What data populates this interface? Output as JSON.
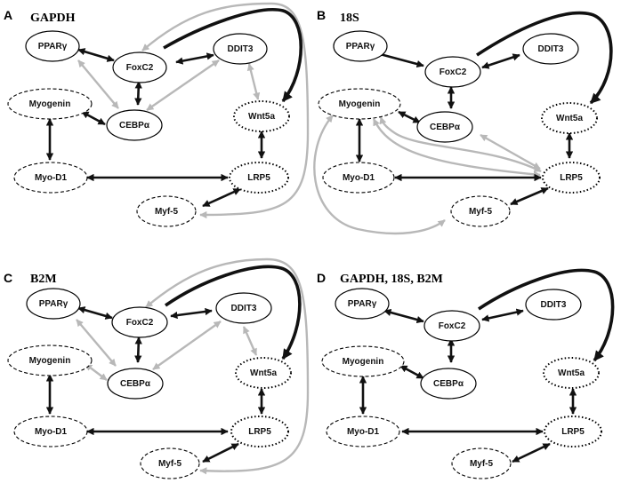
{
  "colors": {
    "strong_edge": "#111111",
    "weak_edge": "#b8b8b8"
  },
  "node_styles": {
    "PPARg": "solid",
    "FoxC2": "solid",
    "DDIT3": "solid",
    "CEBPa": "solid",
    "Myogenin": "dashed",
    "MyoD1": "dashed",
    "Myf5": "dashed",
    "Wnt5a": "dotted",
    "LRP5": "dotted"
  },
  "panels": [
    {
      "letter": "A",
      "title": "GAPDH",
      "nodes": {
        "PPARg": "PPARγ",
        "FoxC2": "FoxC2",
        "DDIT3": "DDIT3",
        "Myogenin": "Myogenin",
        "CEBPa": "CEBPα",
        "Wnt5a": "Wnt5a",
        "MyoD1": "Myo-D1",
        "LRP5": "LRP5",
        "Myf5": "Myf-5"
      },
      "edges": [
        {
          "from": "PPARg",
          "to": "FoxC2",
          "color": "black"
        },
        {
          "from": "FoxC2",
          "to": "DDIT3",
          "color": "black"
        },
        {
          "from": "FoxC2",
          "to": "CEBPa",
          "color": "black"
        },
        {
          "from": "Myogenin",
          "to": "CEBPa",
          "color": "black"
        },
        {
          "from": "Myogenin",
          "to": "MyoD1",
          "color": "black"
        },
        {
          "from": "MyoD1",
          "to": "LRP5",
          "color": "black"
        },
        {
          "from": "Wnt5a",
          "to": "LRP5",
          "color": "black"
        },
        {
          "from": "LRP5",
          "to": "Myf5",
          "color": "black"
        },
        {
          "from": "FoxC2",
          "to": "Wnt5a",
          "color": "black",
          "curve": "arc-over"
        },
        {
          "from": "PPARg",
          "to": "CEBPa",
          "color": "gray"
        },
        {
          "from": "CEBPa",
          "to": "DDIT3",
          "color": "gray"
        },
        {
          "from": "DDIT3",
          "to": "Wnt5a",
          "color": "gray"
        },
        {
          "from": "FoxC2",
          "to": "Myf5",
          "color": "gray",
          "curve": "right-loop"
        }
      ]
    },
    {
      "letter": "B",
      "title": "18S",
      "nodes": {
        "PPARg": "PPARγ",
        "FoxC2": "FoxC2",
        "DDIT3": "DDIT3",
        "Myogenin": "Myogenin",
        "CEBPa": "CEBPα",
        "Wnt5a": "Wnt5a",
        "MyoD1": "Myo-D1",
        "LRP5": "LRP5",
        "Myf5": "Myf-5"
      },
      "edges": [
        {
          "from": "PPARg",
          "to": "FoxC2",
          "color": "black"
        },
        {
          "from": "FoxC2",
          "to": "DDIT3",
          "color": "black"
        },
        {
          "from": "FoxC2",
          "to": "CEBPa",
          "color": "black"
        },
        {
          "from": "Myogenin",
          "to": "CEBPa",
          "color": "black"
        },
        {
          "from": "Myogenin",
          "to": "MyoD1",
          "color": "black"
        },
        {
          "from": "MyoD1",
          "to": "LRP5",
          "color": "black"
        },
        {
          "from": "Wnt5a",
          "to": "LRP5",
          "color": "black"
        },
        {
          "from": "LRP5",
          "to": "Myf5",
          "color": "black"
        },
        {
          "from": "FoxC2",
          "to": "Wnt5a",
          "color": "black",
          "curve": "arc-over"
        },
        {
          "from": "CEBPa",
          "to": "LRP5",
          "color": "gray"
        },
        {
          "from": "Myogenin",
          "to": "LRP5",
          "color": "gray"
        },
        {
          "from": "LRP5",
          "to": "Myogenin",
          "color": "gray",
          "curve": "left-sweep"
        },
        {
          "from": "Myogenin",
          "to": "Myf5",
          "color": "gray",
          "curve": "left-loop"
        }
      ]
    },
    {
      "letter": "C",
      "title": "B2M",
      "nodes": {
        "PPARg": "PPARγ",
        "FoxC2": "FoxC2",
        "DDIT3": "DDIT3",
        "Myogenin": "Myogenin",
        "CEBPa": "CEBPα",
        "Wnt5a": "Wnt5a",
        "MyoD1": "Myo-D1",
        "LRP5": "LRP5",
        "Myf5": "Myf-5"
      },
      "edges": [
        {
          "from": "PPARg",
          "to": "FoxC2",
          "color": "black"
        },
        {
          "from": "FoxC2",
          "to": "DDIT3",
          "color": "black"
        },
        {
          "from": "FoxC2",
          "to": "CEBPa",
          "color": "black"
        },
        {
          "from": "Myogenin",
          "to": "MyoD1",
          "color": "black"
        },
        {
          "from": "MyoD1",
          "to": "LRP5",
          "color": "black"
        },
        {
          "from": "Wnt5a",
          "to": "LRP5",
          "color": "black"
        },
        {
          "from": "LRP5",
          "to": "Myf5",
          "color": "black"
        },
        {
          "from": "FoxC2",
          "to": "Wnt5a",
          "color": "black",
          "curve": "arc-over"
        },
        {
          "from": "PPARg",
          "to": "CEBPa",
          "color": "gray"
        },
        {
          "from": "Myogenin",
          "to": "CEBPa",
          "color": "gray"
        },
        {
          "from": "CEBPa",
          "to": "DDIT3",
          "color": "gray"
        },
        {
          "from": "DDIT3",
          "to": "Wnt5a",
          "color": "gray"
        },
        {
          "from": "FoxC2",
          "to": "Myf5",
          "color": "gray",
          "curve": "right-loop"
        }
      ]
    },
    {
      "letter": "D",
      "title": "GAPDH, 18S, B2M",
      "nodes": {
        "PPARg": "PPARγ",
        "FoxC2": "FoxC2",
        "DDIT3": "DDIT3",
        "Myogenin": "Myogenin",
        "CEBPa": "CEBPα",
        "Wnt5a": "Wnt5a",
        "MyoD1": "Myo-D1",
        "LRP5": "LRP5",
        "Myf5": "Myf-5"
      },
      "edges": [
        {
          "from": "PPARg",
          "to": "FoxC2",
          "color": "black"
        },
        {
          "from": "FoxC2",
          "to": "DDIT3",
          "color": "black"
        },
        {
          "from": "FoxC2",
          "to": "CEBPa",
          "color": "black"
        },
        {
          "from": "Myogenin",
          "to": "CEBPa",
          "color": "black"
        },
        {
          "from": "Myogenin",
          "to": "MyoD1",
          "color": "black"
        },
        {
          "from": "MyoD1",
          "to": "LRP5",
          "color": "black"
        },
        {
          "from": "Wnt5a",
          "to": "LRP5",
          "color": "black"
        },
        {
          "from": "LRP5",
          "to": "Myf5",
          "color": "black"
        },
        {
          "from": "FoxC2",
          "to": "Wnt5a",
          "color": "black",
          "curve": "arc-over"
        }
      ]
    }
  ]
}
